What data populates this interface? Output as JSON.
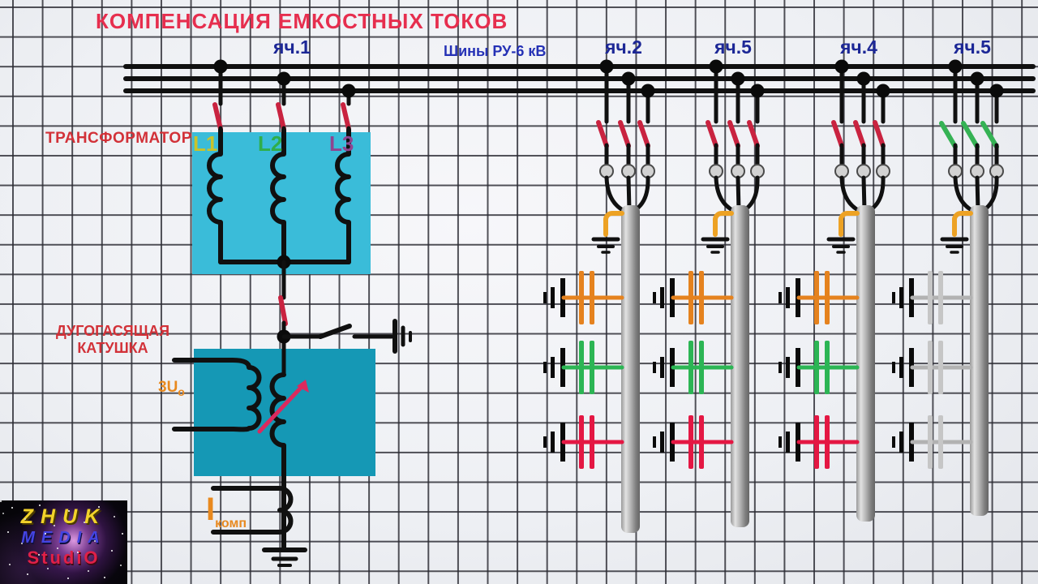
{
  "title": "КОМПЕНСАЦИЯ ЕМКОСТНЫХ ТОКОВ",
  "bus": {
    "label": "Шины РУ-6 кВ",
    "cell1_label": "яч.1"
  },
  "transformer": {
    "label": "ТРАНСФОРМАТОР",
    "phases": [
      {
        "name": "L1",
        "color": "#c9c32a"
      },
      {
        "name": "L2",
        "color": "#2fae4a"
      },
      {
        "name": "L3",
        "color": "#8e4490"
      }
    ]
  },
  "arc_coil": {
    "label_line1": "ДУГОГАСЯЩАЯ",
    "label_line2": "КАТУШКА",
    "voltage_label": "3U",
    "voltage_sub": "о",
    "current_label": "I",
    "current_sub": "комп"
  },
  "feeders": [
    {
      "label": "яч.2",
      "blade": "red",
      "caps": [
        "orange",
        "green",
        "red"
      ]
    },
    {
      "label": "яч.5",
      "blade": "red",
      "caps": [
        "orange",
        "green",
        "red"
      ]
    },
    {
      "label": "яч.4",
      "blade": "red",
      "caps": [
        "orange",
        "green",
        "red"
      ]
    },
    {
      "label": "яч.5",
      "blade": "green",
      "caps": [
        "gray",
        "gray",
        "gray"
      ]
    }
  ],
  "logo": {
    "line1": "ZHUK",
    "line2": "MEDIA",
    "line3": "StudiO"
  },
  "palette": {
    "title_red": "#e62e4e",
    "label_red": "#d23138",
    "label_blue": "#1c2796",
    "bus_blue": "#2531b5",
    "orange_text": "#e8891f",
    "box_cyan_light": "#3abcd9",
    "box_cyan_dark": "#1598b5",
    "wire_black": "#101010",
    "blade_red": "#c92340",
    "blade_green": "#35b254",
    "cap_orange": "#e5821e",
    "cap_green": "#2cb554",
    "cap_red": "#e41743",
    "cap_gray": "#c6c6c6",
    "lead_gray": "#b2b2b2",
    "ground_wire_orange": "#eda224",
    "arrow_magenta": "#db2a5e"
  }
}
